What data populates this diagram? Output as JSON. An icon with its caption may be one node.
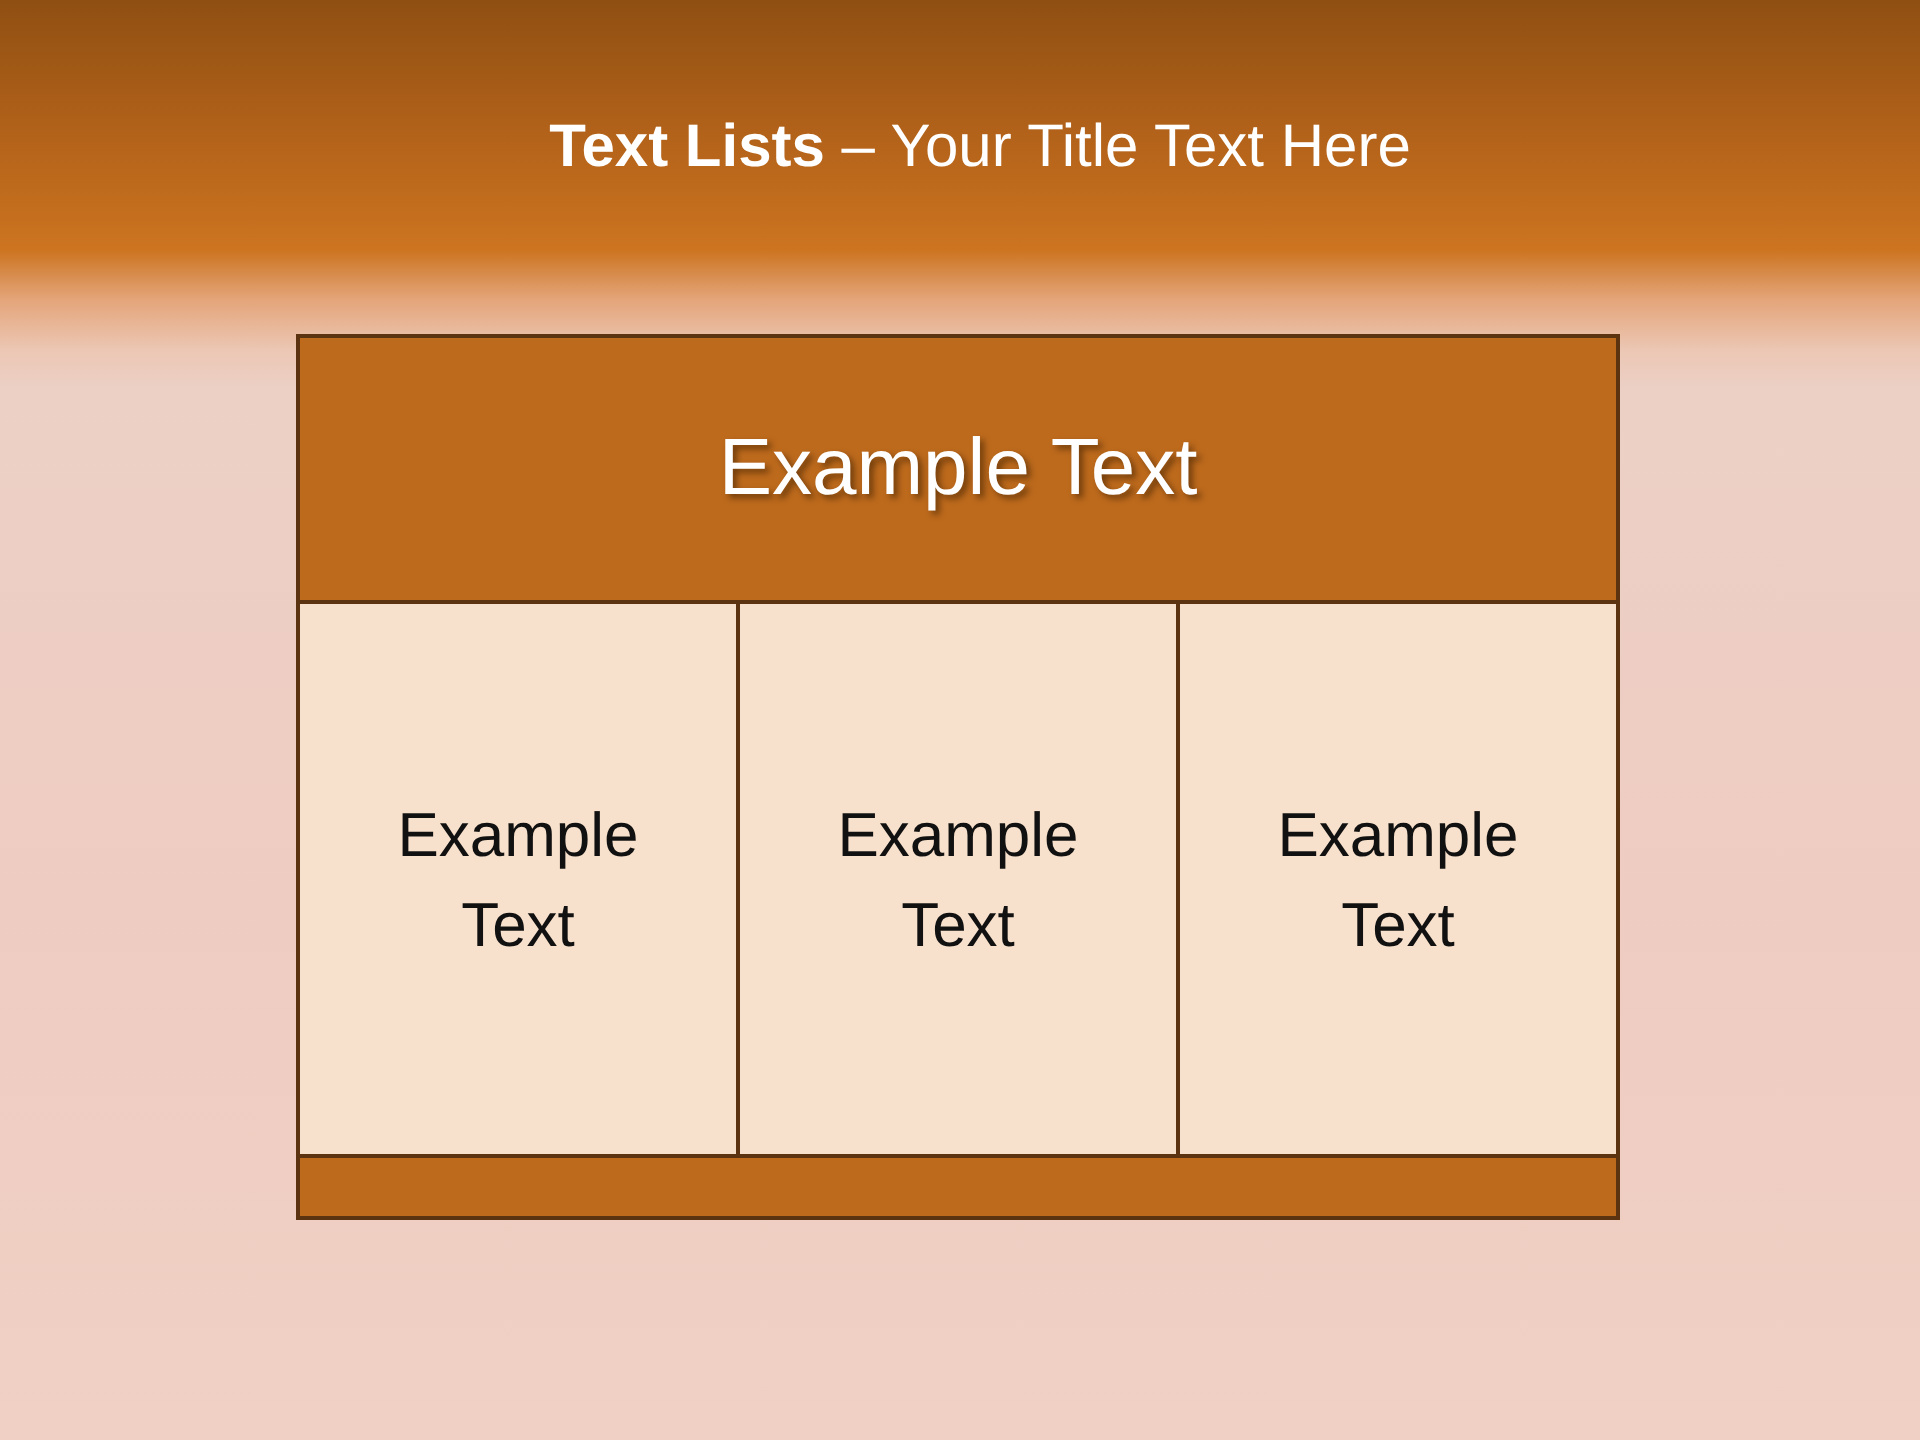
{
  "diagram": {
    "title": "**Text Lists** – Your Title Text Here",
    "nodes": [
      {
        "text": [
          "Example Text"
        ]
      },
      {
        "text": [
          "Example Text"
        ]
      },
      {
        "text": [
          "Example Text"
        ]
      },
      {
        "text": [
          "Example Text"
        ]
      },
      {
        "text": [],
        "shape": "bar"
      }
    ],
    "edges": []
  }
}
